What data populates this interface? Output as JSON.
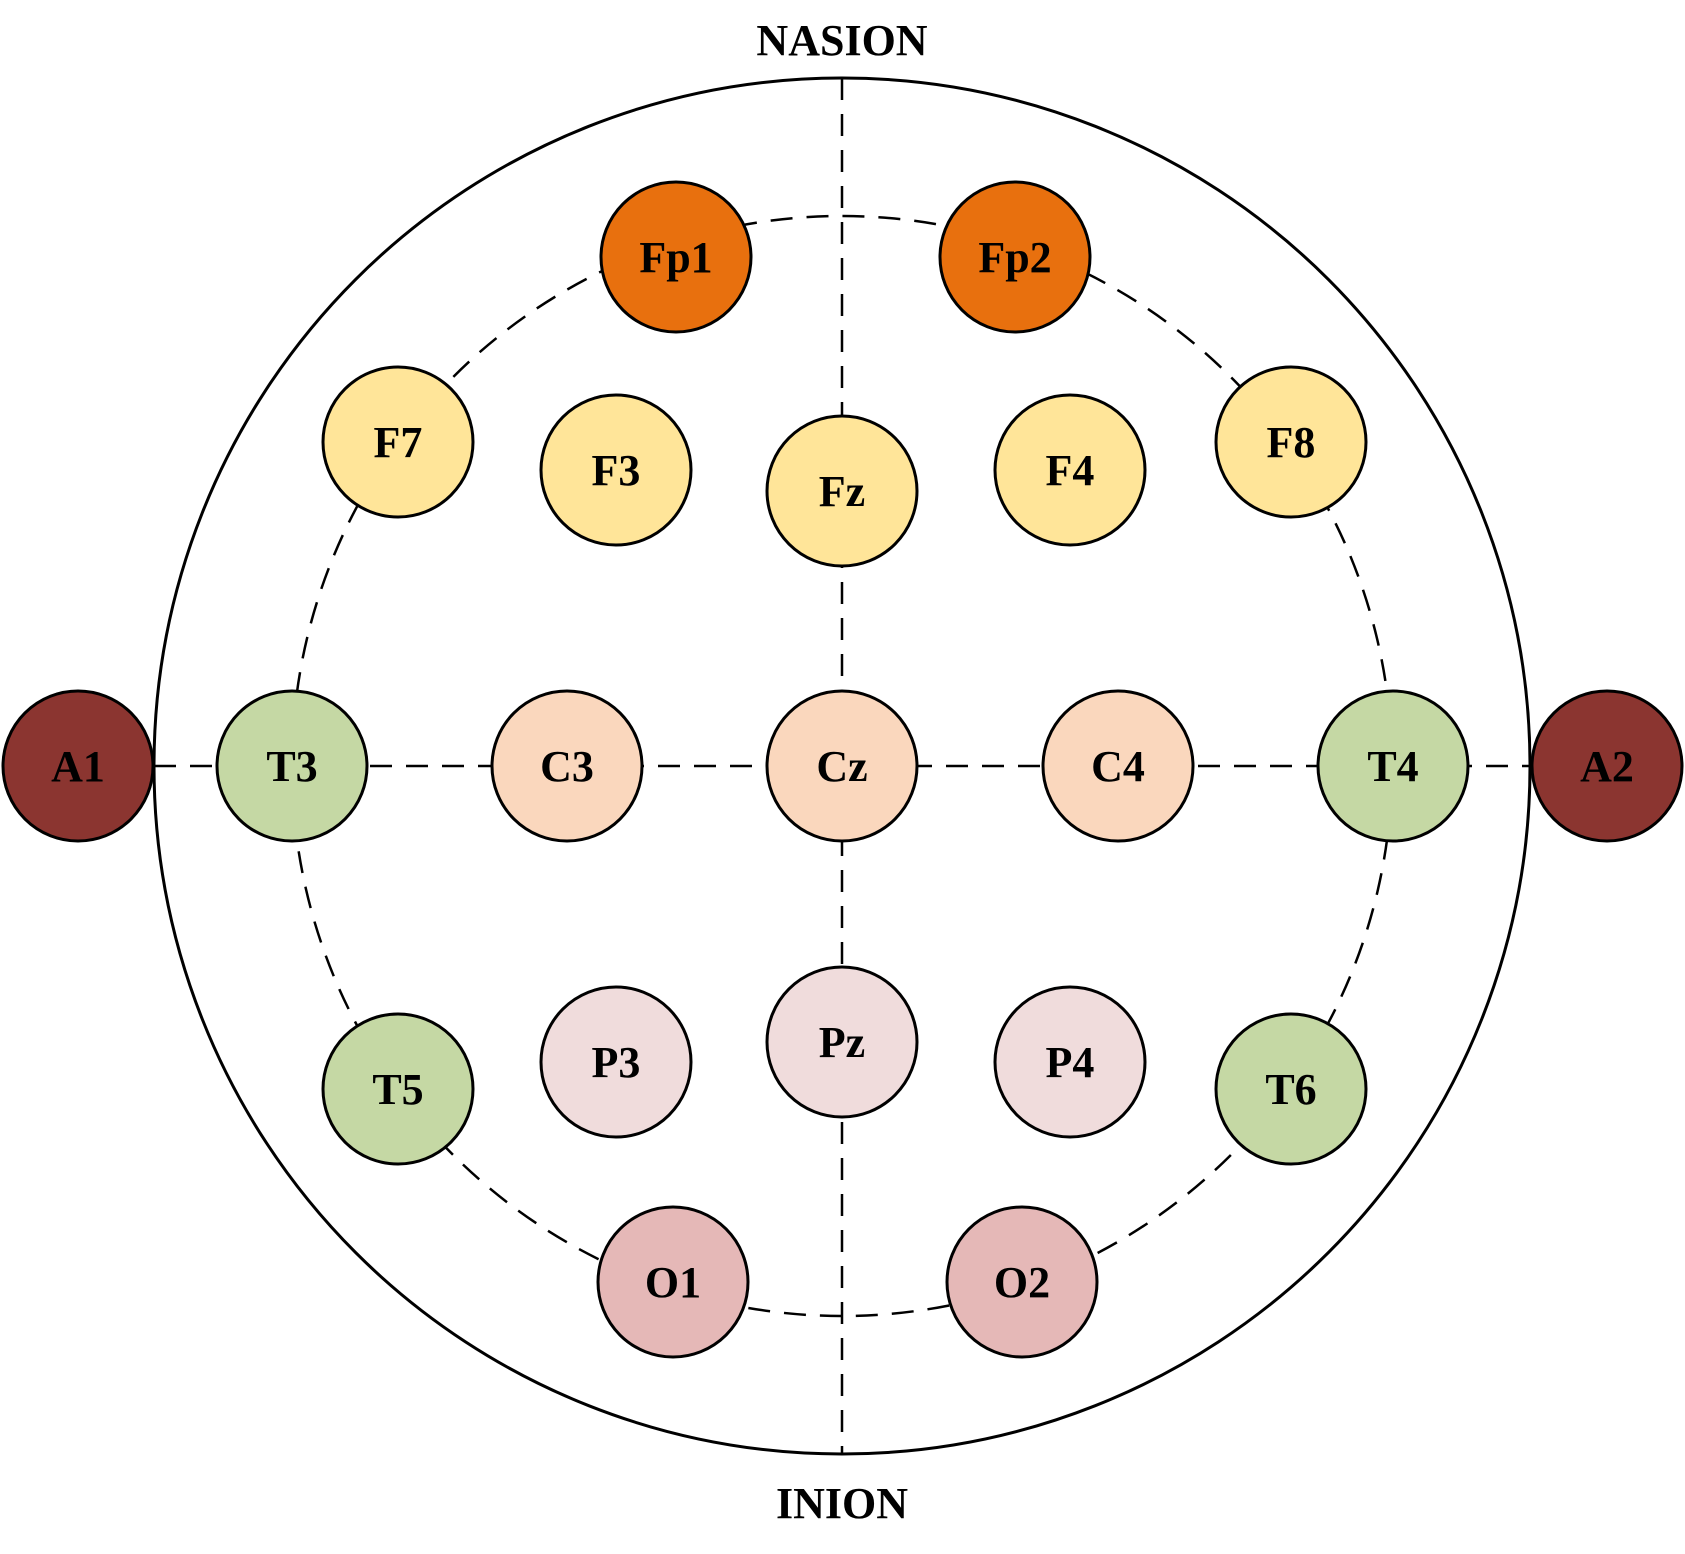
{
  "top_label": "NASION",
  "bottom_label": "INION",
  "colors": {
    "frontopolar": "#E8700E",
    "frontal": "#FFE599",
    "central": "#FAD7BD",
    "temporal": "#C5D8A4",
    "parietal": "#F0DCDC",
    "occipital": "#E5B8B7",
    "auricular": "#8B3530"
  },
  "electrodes": [
    {
      "id": "fp1",
      "label": "Fp1",
      "group": "frontopolar"
    },
    {
      "id": "fp2",
      "label": "Fp2",
      "group": "frontopolar"
    },
    {
      "id": "f7",
      "label": "F7",
      "group": "frontal"
    },
    {
      "id": "f3",
      "label": "F3",
      "group": "frontal"
    },
    {
      "id": "fz",
      "label": "Fz",
      "group": "frontal"
    },
    {
      "id": "f4",
      "label": "F4",
      "group": "frontal"
    },
    {
      "id": "f8",
      "label": "F8",
      "group": "frontal"
    },
    {
      "id": "a1",
      "label": "A1",
      "group": "auricular"
    },
    {
      "id": "t3",
      "label": "T3",
      "group": "temporal"
    },
    {
      "id": "c3",
      "label": "C3",
      "group": "central"
    },
    {
      "id": "cz",
      "label": "Cz",
      "group": "central"
    },
    {
      "id": "c4",
      "label": "C4",
      "group": "central"
    },
    {
      "id": "t4",
      "label": "T4",
      "group": "temporal"
    },
    {
      "id": "a2",
      "label": "A2",
      "group": "auricular"
    },
    {
      "id": "t5",
      "label": "T5",
      "group": "temporal"
    },
    {
      "id": "p3",
      "label": "P3",
      "group": "parietal"
    },
    {
      "id": "pz",
      "label": "Pz",
      "group": "parietal"
    },
    {
      "id": "p4",
      "label": "P4",
      "group": "parietal"
    },
    {
      "id": "t6",
      "label": "T6",
      "group": "temporal"
    },
    {
      "id": "o1",
      "label": "O1",
      "group": "occipital"
    },
    {
      "id": "o2",
      "label": "O2",
      "group": "occipital"
    }
  ]
}
